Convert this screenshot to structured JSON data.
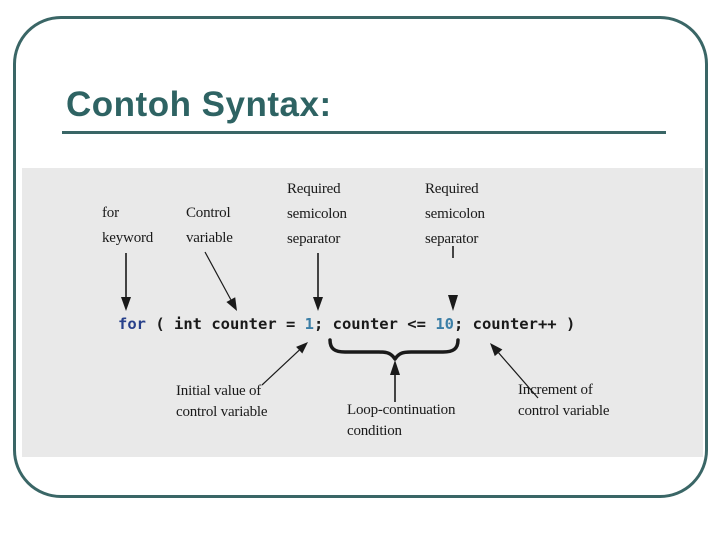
{
  "colors": {
    "accent_teal": "#3a6666",
    "title_teal": "#2e6363",
    "panel_gray": "#e9e9e9",
    "ink": "#1a1a1a",
    "keyword_blue": "#27408b",
    "number_blue": "#3b7ea6"
  },
  "slide": {
    "title": "Contoh Syntax:"
  },
  "figure": {
    "code": {
      "kw": "for",
      "p1": " ( int counter = ",
      "n1": "1",
      "p2": "; counter <= ",
      "n2": "10",
      "p3": "; counter++ )"
    },
    "labels": {
      "for_keyword": "for\nkeyword",
      "control_variable": "Control\nvariable",
      "required_semicolon_1": "Required\nsemicolon\nseparator",
      "required_semicolon_2": "Required\nsemicolon\nseparator",
      "initial_value": "Initial value of\ncontrol variable",
      "loop_continuation": "Loop-continuation\ncondition",
      "increment": "Increment of\ncontrol variable"
    }
  }
}
